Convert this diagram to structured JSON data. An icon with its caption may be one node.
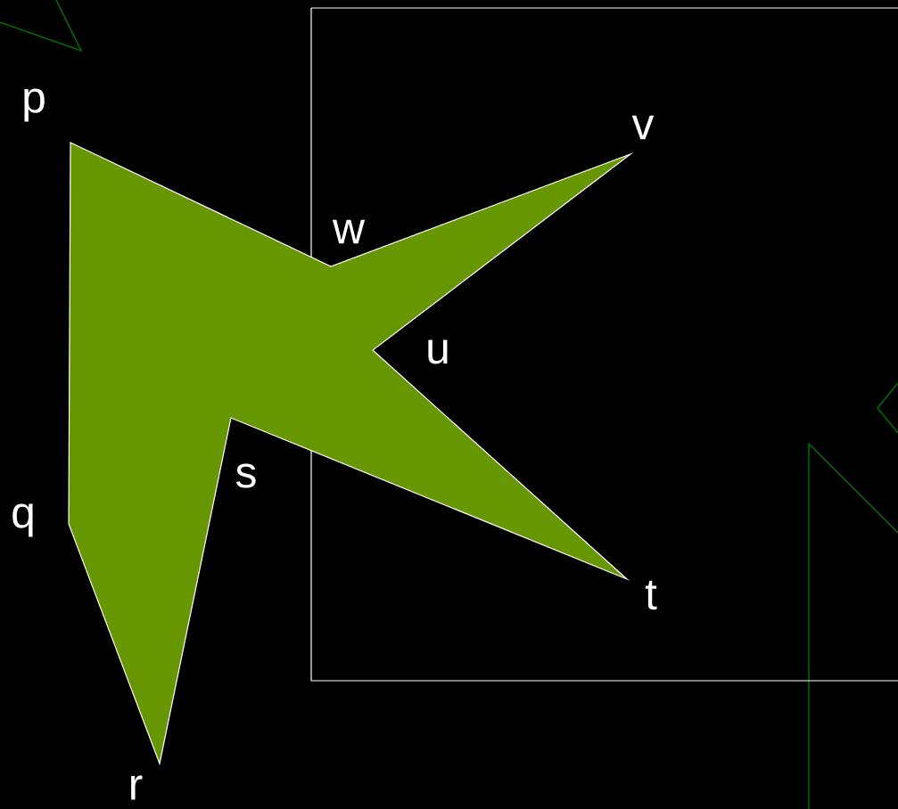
{
  "diagram": {
    "labels": [
      "p",
      "v",
      "w",
      "u",
      "s",
      "q",
      "t",
      "r"
    ]
  }
}
